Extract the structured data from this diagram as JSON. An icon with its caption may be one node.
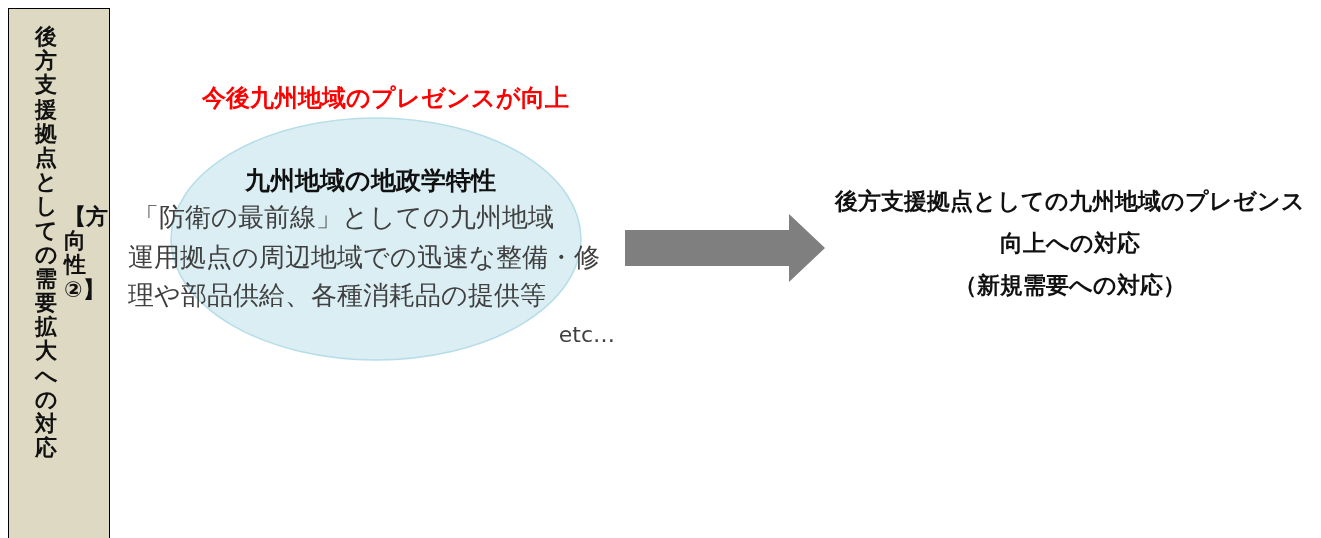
{
  "diagram": {
    "nodes": [
      {
        "text": [
          "後方支援拠点としての需要拡大への対応",
          "【方向性②】"
        ]
      },
      {
        "text": [
          "九州地域の地政学特性",
          "「防衛の最前線」としての九州地域",
          "運用拠点の周辺地域での迅速な整備・修理や部品供給、各種消耗品の提供等",
          "etc…"
        ],
        "beside": [
          "今後九州地域のプレゼンスが向上"
        ]
      },
      {
        "text": [
          "後方支援拠点としての九州地域のプレゼンス向上への対応",
          "（新規需要への対応）"
        ]
      }
    ],
    "edges": [
      {
        "from": 1,
        "to": 2,
        "arrow": "to",
        "color": "#7f7f7f"
      }
    ]
  }
}
